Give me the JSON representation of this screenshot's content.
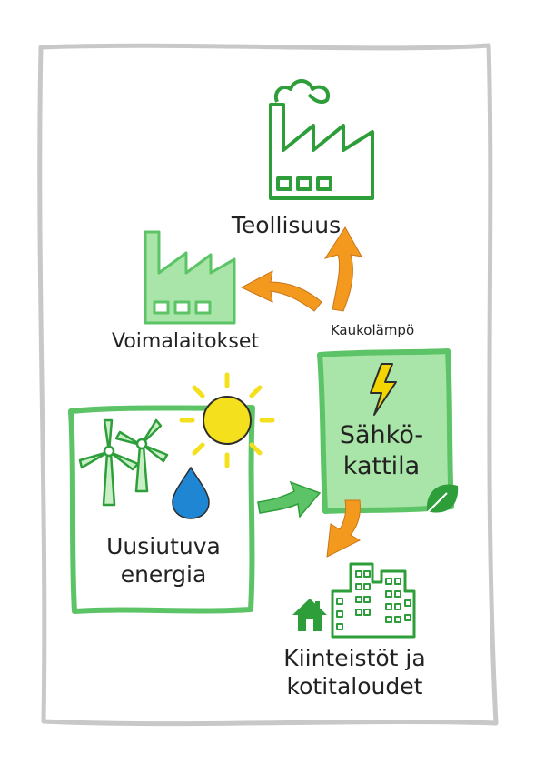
{
  "labels": {
    "industry": "Teollisuus",
    "power_plants": "Voimalaitokset",
    "district_heat": "Kaukolämpö",
    "boiler_line1": "Sähkö-",
    "boiler_line2": "kattila",
    "renewable_line1": "Uusiutuva",
    "renewable_line2": "energia",
    "buildings_line1": "Kiinteistöt ja",
    "buildings_line2": "kotitaloudet"
  },
  "colors": {
    "frame": "#c8c8c8",
    "green_dark": "#2e9e3a",
    "green_mid": "#5cc466",
    "green_fill": "#a9e4a8",
    "green_light": "#c8efc6",
    "orange": "#f39a1e",
    "sun": "#f4e01c",
    "water": "#1f86d3",
    "lightning": "#f2d400"
  },
  "icons": [
    "factory-icon",
    "wind-turbine-icon",
    "sun-icon",
    "water-drop-icon",
    "lightning-icon",
    "leaf-icon",
    "house-icon",
    "office-buildings-icon",
    "arrow-icon"
  ]
}
